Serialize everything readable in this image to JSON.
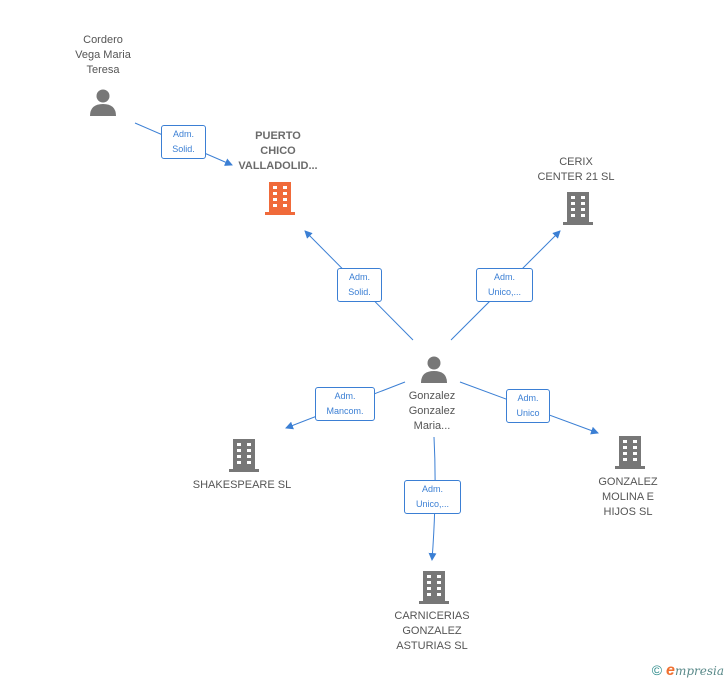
{
  "colors": {
    "edge": "#3b7fd4",
    "person": "#777777",
    "company": "#777777",
    "main_company": "#f06a3a"
  },
  "nodes": {
    "cordero": {
      "label": "Cordero\nVega Maria\nTeresa",
      "icon": "person-icon"
    },
    "puerto_chico": {
      "label": "PUERTO\nCHICO\nVALLADOLID...",
      "icon": "building-icon"
    },
    "cerix": {
      "label": "CERIX\nCENTER 21 SL",
      "icon": "building-icon"
    },
    "gonzalez_person": {
      "label": "Gonzalez\nGonzalez\nMaria...",
      "icon": "person-icon"
    },
    "shakespeare": {
      "label": "SHAKESPEARE SL",
      "icon": "building-icon"
    },
    "gonzalez_molina": {
      "label": "GONZALEZ\nMOLINA E\nHIJOS SL",
      "icon": "building-icon"
    },
    "carnicerias": {
      "label": "CARNICERIAS\nGONZALEZ\nASTURIAS  SL",
      "icon": "building-icon"
    }
  },
  "edges": {
    "cordero_puerto": "Adm.\nSolid.",
    "gonzalez_puerto": "Adm.\nSolid.",
    "gonzalez_cerix": "Adm.\nUnico,...",
    "gonzalez_shakespeare": "Adm.\nMancom.",
    "gonzalez_molina": "Adm.\nUnico",
    "gonzalez_carnicerias": "Adm.\nUnico,..."
  },
  "footer": {
    "copyright": "©",
    "brand_initial": "e",
    "brand_rest": "mpresia"
  }
}
